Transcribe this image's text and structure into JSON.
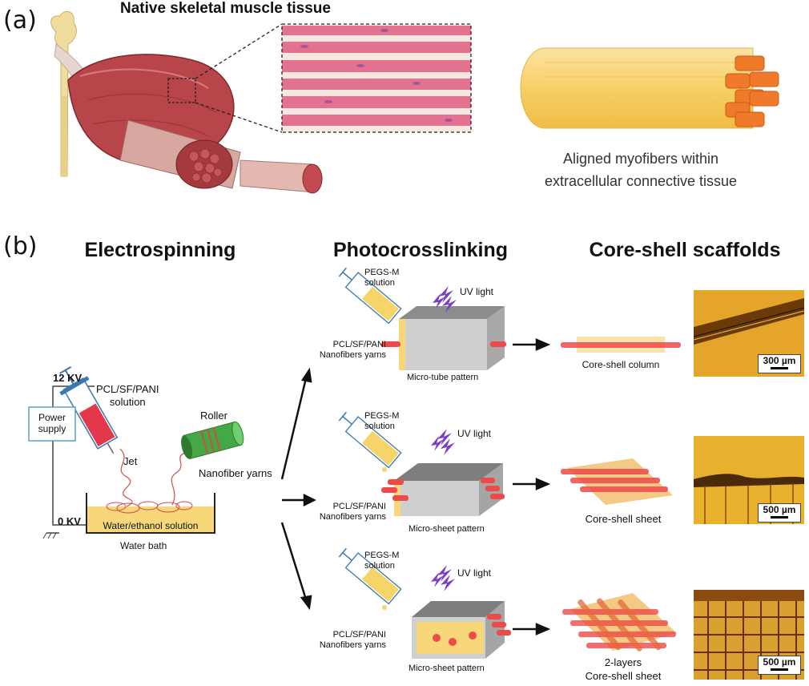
{
  "panel_a": {
    "label": "(a)",
    "title": "Native skeletal muscle tissue",
    "caption_line1": "Aligned myofibers within",
    "caption_line2": "extracellular connective tissue"
  },
  "panel_b": {
    "label": "(b)",
    "titles": {
      "electrospinning": "Electrospinning",
      "photocrosslinking": "Photocrosslinking",
      "scaffolds": "Core-shell scaffolds"
    },
    "electrospinning": {
      "voltage_high": "12 KV",
      "voltage_low": "0 KV",
      "power_supply": "Power supply",
      "solution_line1": "PCL/SF/PANI",
      "solution_line2": "solution",
      "jet": "Jet",
      "roller": "Roller",
      "nanofiber_yarns": "Nanofiber yarns",
      "water_solution": "Water/ethanol solution",
      "water_bath": "Water bath"
    },
    "rows": [
      {
        "pegs_line1": "PEGS-M",
        "pegs_line2": "solution",
        "uv": "UV light",
        "yarn_line1": "PCL/SF/PANI",
        "yarn_line2": "Nanofibers yarns",
        "pattern": "Micro-tube pattern",
        "scaffold": "Core-shell column",
        "scale": "300 µm"
      },
      {
        "pegs_line1": "PEGS-M",
        "pegs_line2": "solution",
        "uv": "UV light",
        "yarn_line1": "PCL/SF/PANI",
        "yarn_line2": "Nanofibers yarns",
        "pattern": "Micro-sheet pattern",
        "scaffold": "Core-shell sheet",
        "scale": "500 µm"
      },
      {
        "pegs_line1": "PEGS-M",
        "pegs_line2": "solution",
        "uv": "UV light",
        "yarn_line1": "PCL/SF/PANI",
        "yarn_line2": "Nanofibers yarns",
        "pattern": "Micro-sheet pattern",
        "scaffold_line1": "2-layers",
        "scaffold_line2": "Core-shell sheet",
        "scale": "500 µm"
      }
    ]
  },
  "colors": {
    "muscle": "#b8454a",
    "tissue_pink": "#e8829f",
    "shell_yellow": "#f8d57a",
    "core_orange": "#f08030",
    "core_red": "#ee4a4a",
    "block_grey": "#c8c8c8",
    "uv_purple": "#7a3fc0",
    "micrograph": "#e0a020"
  }
}
